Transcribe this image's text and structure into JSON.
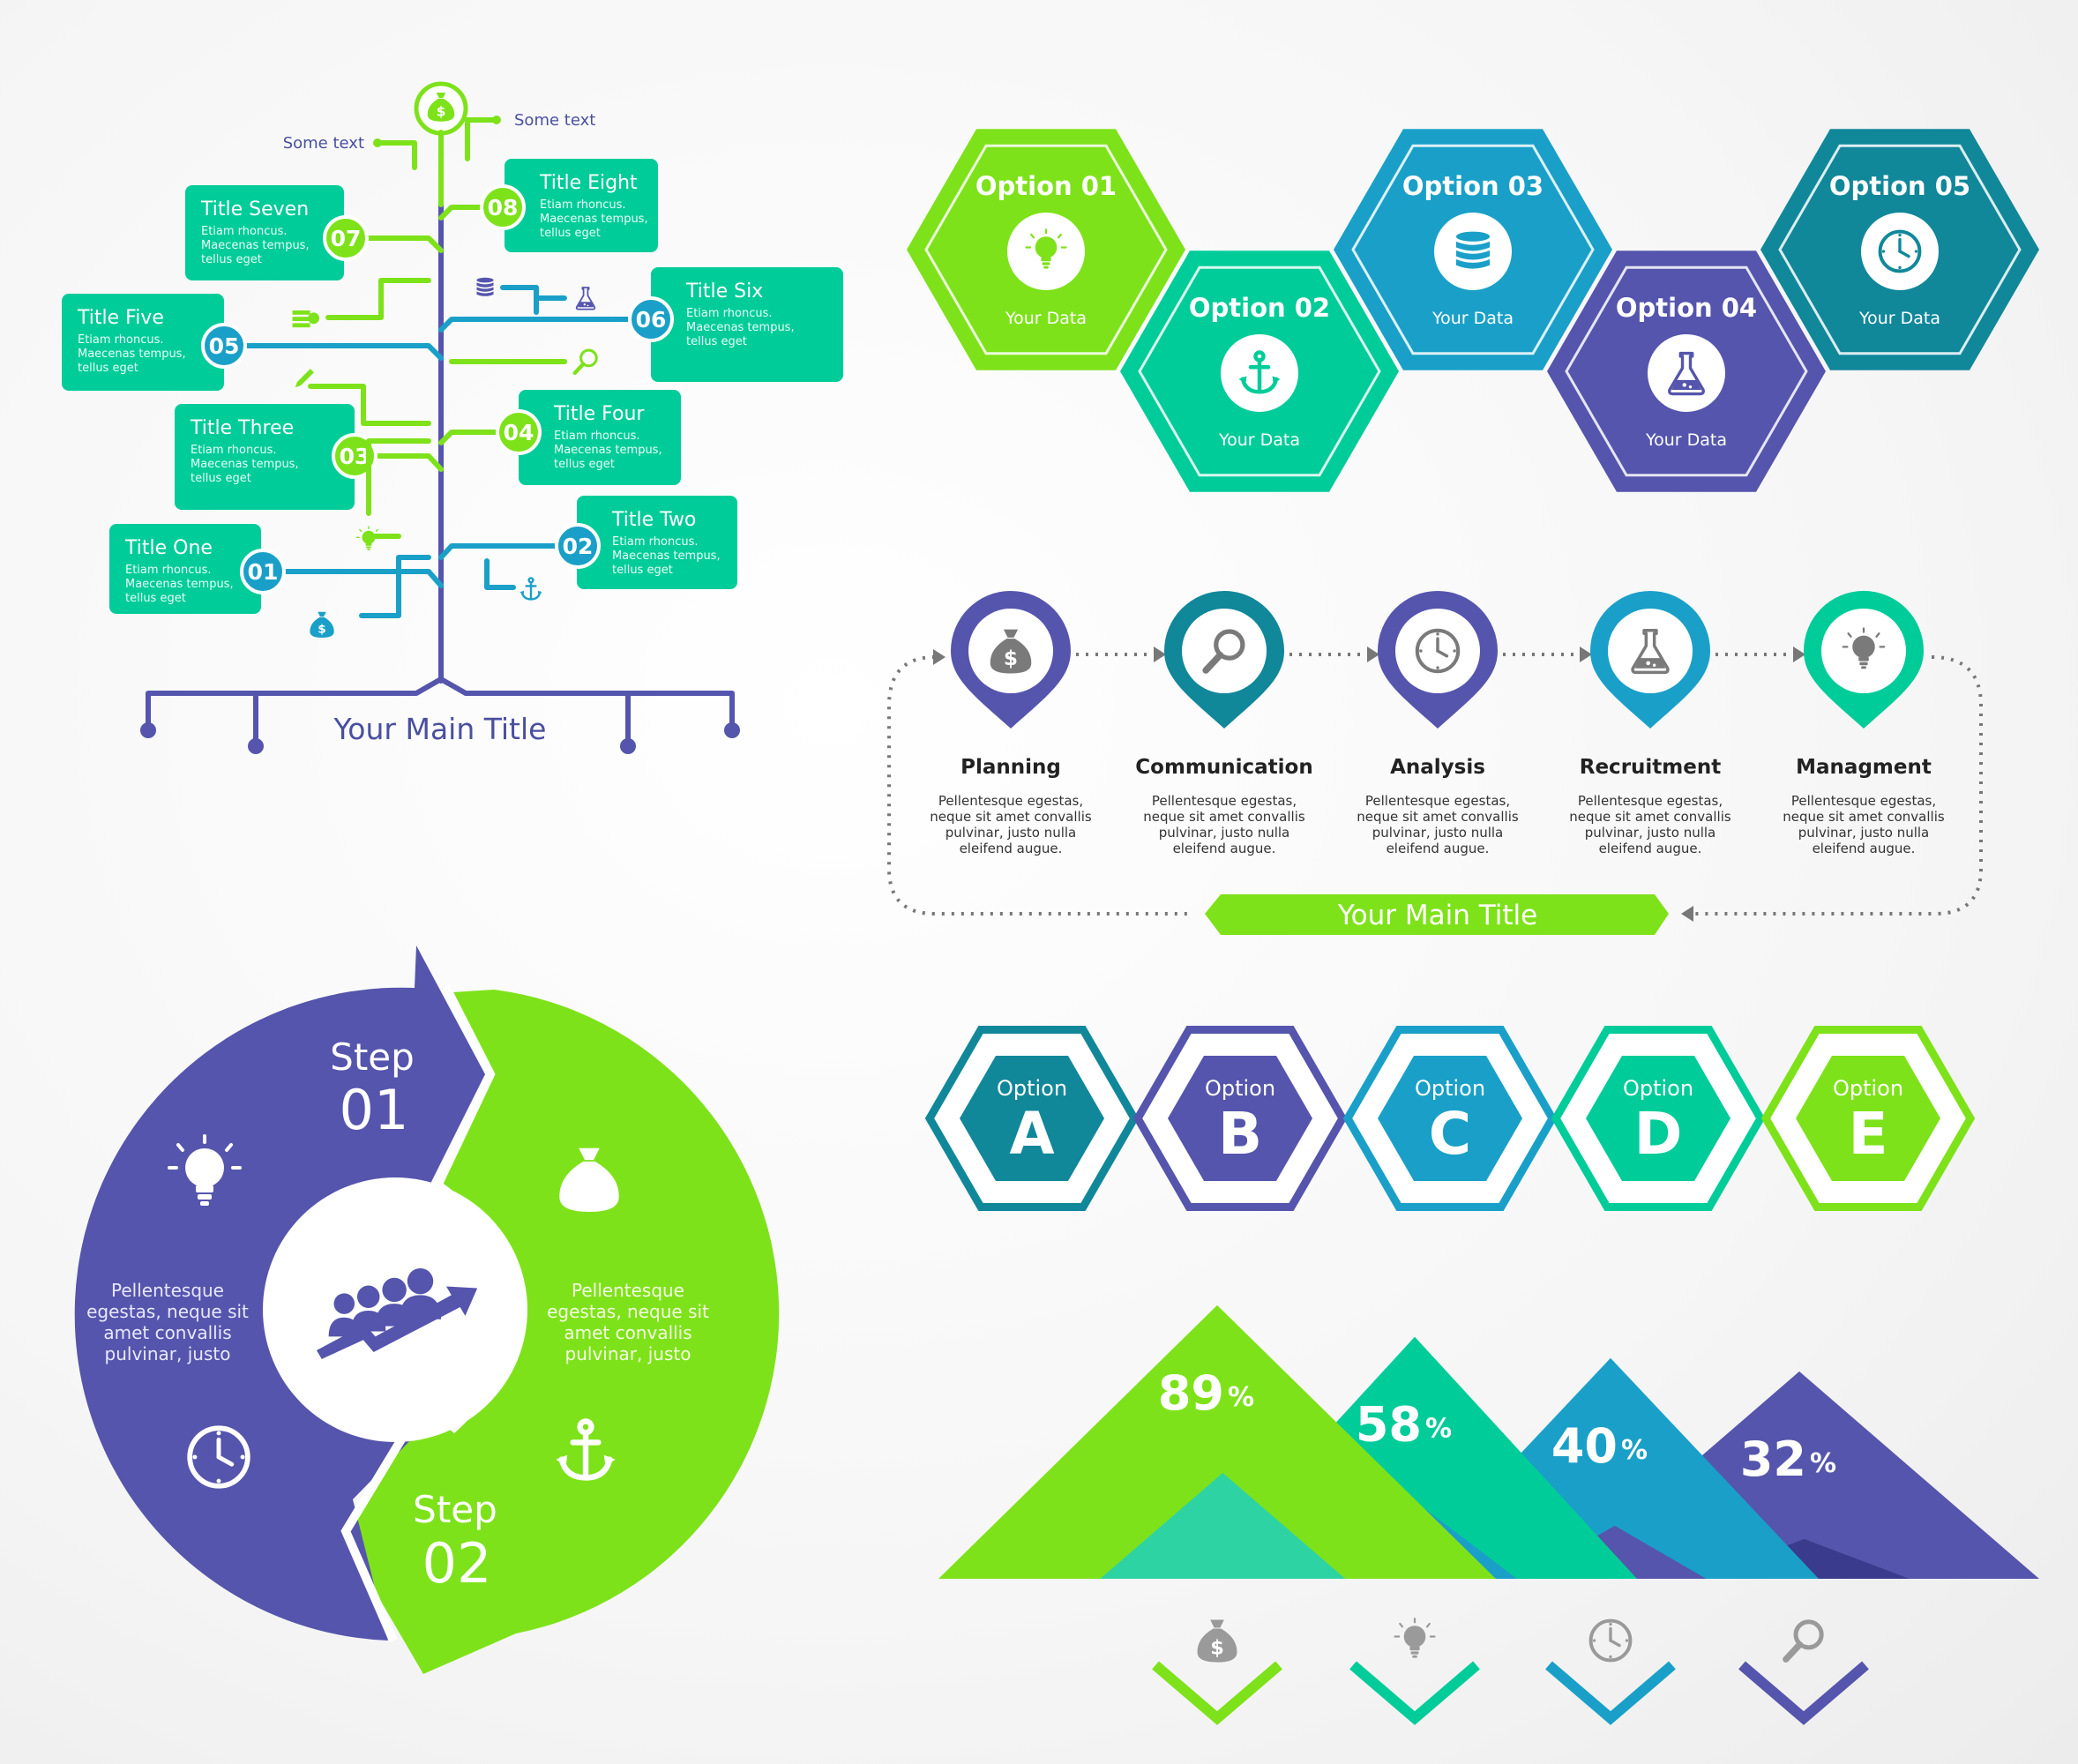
{
  "colors": {
    "green": "#7ee21a",
    "teal": "#00cc99",
    "cyan": "#1aa0c8",
    "petrol": "#11879a",
    "indigo": "#5555ad",
    "navy_text": "#4a4fa0",
    "gray_icon": "#8a8a8a"
  },
  "tree": {
    "main_title": "Your Main Title",
    "side_text_left": "Some text",
    "side_text_right": "Some text",
    "items": [
      {
        "num": "01",
        "title": "Title One",
        "body": [
          "Etiam rhoncus.",
          "Maecenas tempus,",
          "tellus eget"
        ],
        "color": "teal"
      },
      {
        "num": "02",
        "title": "Title Two",
        "body": [
          "Etiam rhoncus.",
          "Maecenas tempus,",
          "tellus eget"
        ],
        "color": "teal"
      },
      {
        "num": "03",
        "title": "Title Three",
        "body": [
          "Etiam rhoncus.",
          "Maecenas tempus,",
          "tellus eget"
        ],
        "color": "teal"
      },
      {
        "num": "04",
        "title": "Title Four",
        "body": [
          "Etiam rhoncus.",
          "Maecenas tempus,",
          "tellus eget"
        ],
        "color": "teal"
      },
      {
        "num": "05",
        "title": "Title Five",
        "body": [
          "Etiam rhoncus.",
          "Maecenas tempus,",
          "tellus eget"
        ],
        "color": "teal"
      },
      {
        "num": "06",
        "title": "Title Six",
        "body": [
          "Etiam rhoncus.",
          "Maecenas tempus,",
          "tellus eget"
        ],
        "color": "teal"
      },
      {
        "num": "07",
        "title": "Title Seven",
        "body": [
          "Etiam rhoncus.",
          "Maecenas tempus,",
          "tellus eget"
        ],
        "color": "teal"
      },
      {
        "num": "08",
        "title": "Title Eight",
        "body": [
          "Etiam rhoncus.",
          "Maecenas tempus,",
          "tellus eget"
        ],
        "color": "teal"
      }
    ]
  },
  "hex_options": [
    {
      "title": "Option 01",
      "sub": "Your Data",
      "icon": "lightbulb-icon"
    },
    {
      "title": "Option 02",
      "sub": "Your Data",
      "icon": "anchor-icon"
    },
    {
      "title": "Option 03",
      "sub": "Your Data",
      "icon": "database-icon"
    },
    {
      "title": "Option 04",
      "sub": "Your Data",
      "icon": "flask-icon"
    },
    {
      "title": "Option 05",
      "sub": "Your Data",
      "icon": "clock-icon"
    }
  ],
  "process": {
    "main_title": "Your Main Title",
    "steps": [
      {
        "title": "Planning",
        "icon": "money-bag-icon",
        "body": [
          "Pellentesque egestas,",
          "neque sit amet convallis",
          "pulvinar, justo nulla",
          "eleifend augue."
        ]
      },
      {
        "title": "Communication",
        "icon": "magnifier-icon",
        "body": [
          "Pellentesque egestas,",
          "neque sit amet convallis",
          "pulvinar, justo nulla",
          "eleifend augue."
        ]
      },
      {
        "title": "Analysis",
        "icon": "clock-icon",
        "body": [
          "Pellentesque egestas,",
          "neque sit amet convallis",
          "pulvinar, justo nulla",
          "eleifend augue."
        ]
      },
      {
        "title": "Recruitment",
        "icon": "flask-icon",
        "body": [
          "Pellentesque egestas,",
          "neque sit amet convallis",
          "pulvinar, justo nulla",
          "eleifend augue."
        ]
      },
      {
        "title": "Managment",
        "icon": "lightbulb-icon",
        "body": [
          "Pellentesque egestas,",
          "neque sit amet convallis",
          "pulvinar, justo nulla",
          "eleifend augue."
        ]
      }
    ]
  },
  "cycle": {
    "step1_label": "Step",
    "step1_num": "01",
    "step2_label": "Step",
    "step2_num": "02",
    "left_text": [
      "Pellentesque",
      "egestas, neque sit",
      "amet convallis",
      "pulvinar, justo"
    ],
    "right_text": [
      "Pellentesque",
      "egestas, neque sit",
      "amet convallis",
      "pulvinar, justo"
    ]
  },
  "abc_options": [
    {
      "label": "Option",
      "letter": "A"
    },
    {
      "label": "Option",
      "letter": "B"
    },
    {
      "label": "Option",
      "letter": "C"
    },
    {
      "label": "Option",
      "letter": "D"
    },
    {
      "label": "Option",
      "letter": "E"
    }
  ],
  "peaks": [
    {
      "value": 89,
      "label": "89",
      "unit": "%",
      "icon": "money-bag-icon"
    },
    {
      "value": 58,
      "label": "58",
      "unit": "%",
      "icon": "lightbulb-icon"
    },
    {
      "value": 40,
      "label": "40",
      "unit": "%",
      "icon": "clock-icon"
    },
    {
      "value": 32,
      "label": "32",
      "unit": "%",
      "icon": "magnifier-icon"
    }
  ]
}
